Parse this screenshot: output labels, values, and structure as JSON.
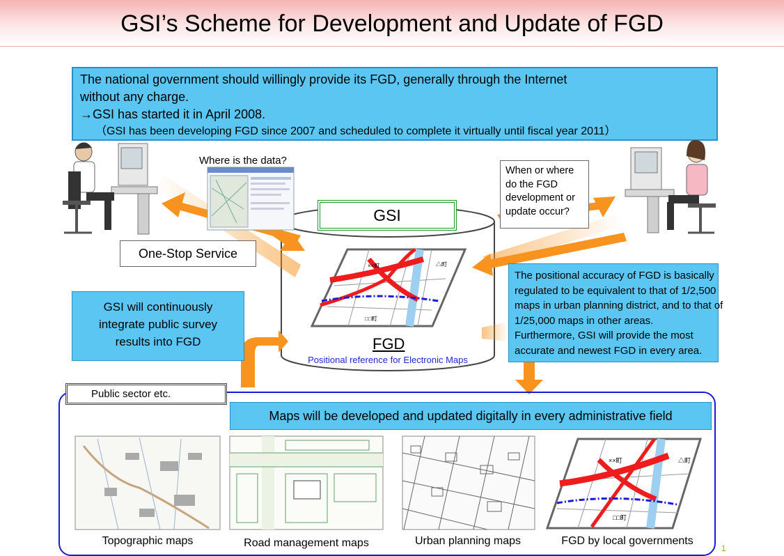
{
  "header": {
    "title": "GSI’s Scheme for Development and Update of FGD"
  },
  "policy_box": {
    "line1": "The national government should willingly provide its FGD, generally through the Internet",
    "line2": "without any charge.",
    "line3": "→GSI has started it in April 2008.",
    "note": "（GSI has been developing FGD since 2007 and scheduled to complete it virtually until fiscal year 2011）"
  },
  "user_question": "Where is the data?",
  "operator_question": {
    "line1": "When or where",
    "line2": "do the FGD",
    "line3": "development or",
    "line4": "update occur?"
  },
  "gsi_label": "GSI",
  "one_stop_label": "One-Stop Service",
  "fgd": {
    "label": "FGD",
    "subtitle": "Positional reference for Electronic Maps",
    "town_a": "××町",
    "town_b": "△町",
    "town_c": "□□町"
  },
  "integrate_box": {
    "line1": "GSI will continuously",
    "line2": "integrate public survey",
    "line3": "results into FGD"
  },
  "accuracy_box": {
    "line1": "The positional accuracy of FGD is basically",
    "line2": "regulated to be equivalent to that of 1/2,500",
    "line3": "maps in urban planning district, and to that of",
    "line4": "1/25,000 maps in other areas.",
    "line5": "Furthermore, GSI will provide the most",
    "line6": "accurate and newest FGD in every area."
  },
  "public_sector_label": "Public sector etc.",
  "maps_banner": "Maps will be developed and updated digitally in every administrative field",
  "map_captions": [
    "Topographic maps",
    "Road management maps",
    "Urban planning maps",
    "FGD by local governments"
  ],
  "page_number": "1",
  "colors": {
    "box_blue": "#5cc6f2",
    "arrow_orange": "#f7931e",
    "road_red": "#ee1c1c",
    "river_blue": "#9dcff0",
    "frame_blue": "#1a1ad6",
    "gsi_green": "#1c9a2a"
  }
}
